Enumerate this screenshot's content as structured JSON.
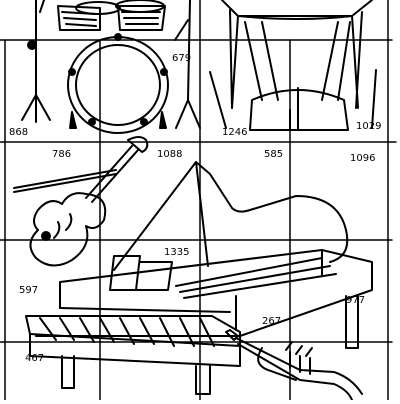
{
  "puzzle": {
    "numbers": [
      "679",
      "868",
      "1246",
      "1029",
      "786",
      "1088",
      "585",
      "1096",
      "1335",
      "597",
      "977",
      "267",
      "467"
    ]
  },
  "illustrations": [
    "drum-kit",
    "timpani",
    "violin",
    "grand-piano",
    "trumpet"
  ]
}
